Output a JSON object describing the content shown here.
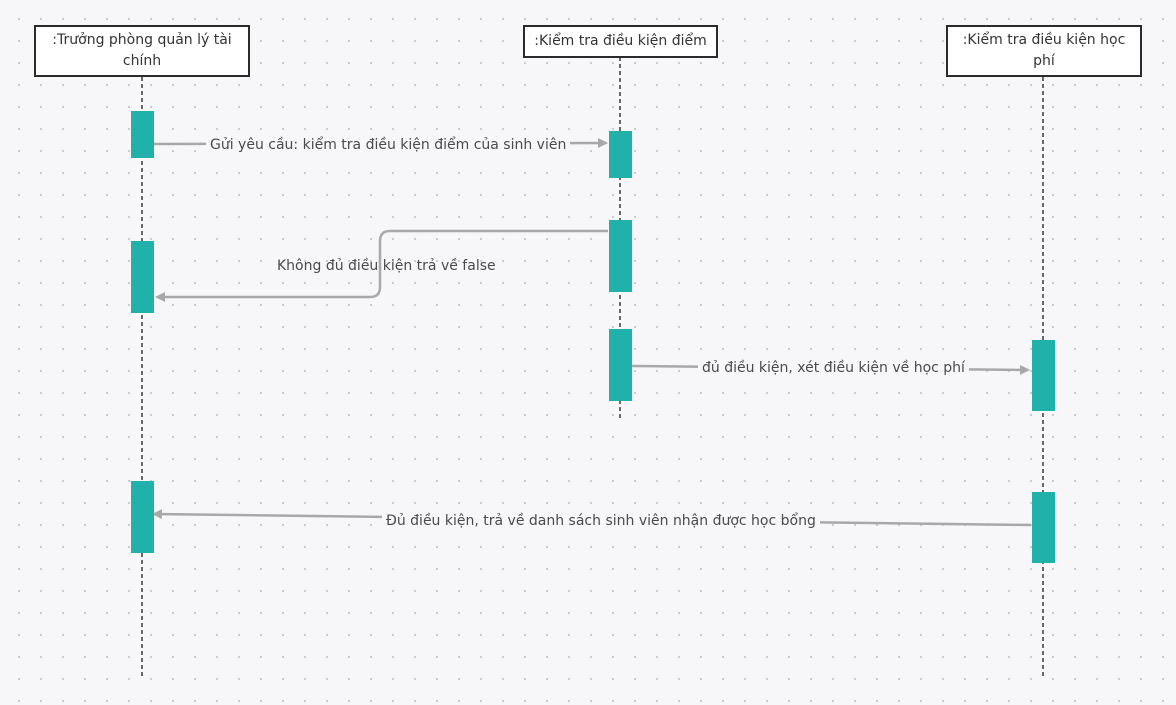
{
  "participants": [
    {
      "id": "p1",
      "label": ":Trưởng phòng quản lý tài chính"
    },
    {
      "id": "p2",
      "label": ":Kiểm tra điều kiện điểm"
    },
    {
      "id": "p3",
      "label": ":Kiểm tra điều kiện học phí"
    }
  ],
  "messages": [
    {
      "id": "m1",
      "from": "p1",
      "to": "p2",
      "label": "Gửi yêu cầu:  kiểm tra điều kiện điểm của sinh viên"
    },
    {
      "id": "m2",
      "from": "p2",
      "to": "p1",
      "label": "Không đủ điều kiện trả về false"
    },
    {
      "id": "m3",
      "from": "p2",
      "to": "p3",
      "label": "đủ điều kiện, xét điều kiện về học phí"
    },
    {
      "id": "m4",
      "from": "p3",
      "to": "p1",
      "label": "Đủ điều kiện, trả về danh sách sinh viên nhận được học bổng"
    }
  ],
  "colors": {
    "activation": "#20b2aa",
    "arrow": "#a8a8a8",
    "lifeline": "#444444",
    "box_border": "#2b2b2b"
  }
}
